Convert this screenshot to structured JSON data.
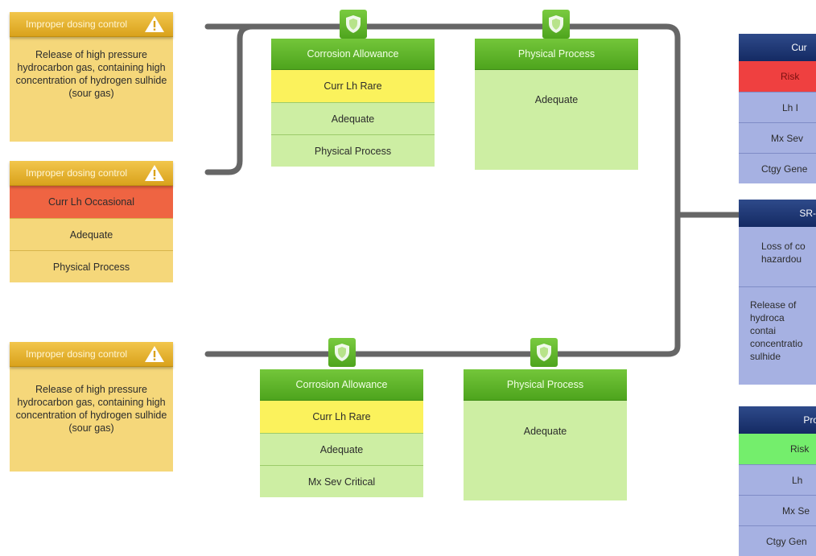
{
  "colors": {
    "threat_header": "#e2ae2c",
    "threat_body": "#f5d77a",
    "barrier_header": "#5fb42a",
    "barrier_body": "#cdeea3",
    "highlight_yellow": "#fbf25c",
    "highlight_red": "#ef6442",
    "blue_header": "#1e3670",
    "blue_body": "#a6b1e2",
    "risk_red": "#ef4040",
    "risk_green": "#74ee6c",
    "connector": "#666666"
  },
  "threats": [
    {
      "title": "Improper dosing control",
      "icon": "warning-icon",
      "description": "Release of high pressure hydrocarbon gas, containing high concentration of hydrogen sulhide (sour gas)"
    },
    {
      "title": "Improper dosing control",
      "icon": "warning-icon",
      "rows": [
        "Curr Lh Occasional",
        "Adequate",
        "Physical Process"
      ]
    },
    {
      "title": "Improper dosing control",
      "icon": "warning-icon",
      "description": "Release of high pressure hydrocarbon gas, containing high concentration of hydrogen sulhide (sour gas)"
    }
  ],
  "barriers": [
    {
      "title": "Corrosion Allowance",
      "icon": "shield-icon",
      "rows": [
        "Curr Lh Rare",
        "Adequate",
        "Physical Process"
      ]
    },
    {
      "title": "Physical Process",
      "icon": "shield-icon",
      "body": "Adequate"
    },
    {
      "title": "Corrosion Allowance",
      "icon": "shield-icon",
      "rows": [
        "Curr Lh Rare",
        "Adequate",
        "Mx Sev Critical"
      ]
    },
    {
      "title": "Physical Process",
      "icon": "shield-icon",
      "body": "Adequate"
    }
  ],
  "right_panel": {
    "current_risk": {
      "title": "Cur",
      "rows": [
        "Risk",
        "Lh I",
        "Mx Sev",
        "Ctgy Gene"
      ]
    },
    "event": {
      "title": "SR-R",
      "desc1": "Loss of co\nhazardou",
      "desc2": "Release of\nhydroca\ncontai\nconcentratio\nsulhide"
    },
    "proposed_risk": {
      "title": "Prop",
      "rows": [
        "Risk",
        "Lh",
        "Mx Se",
        "Ctgy Gen"
      ]
    }
  }
}
